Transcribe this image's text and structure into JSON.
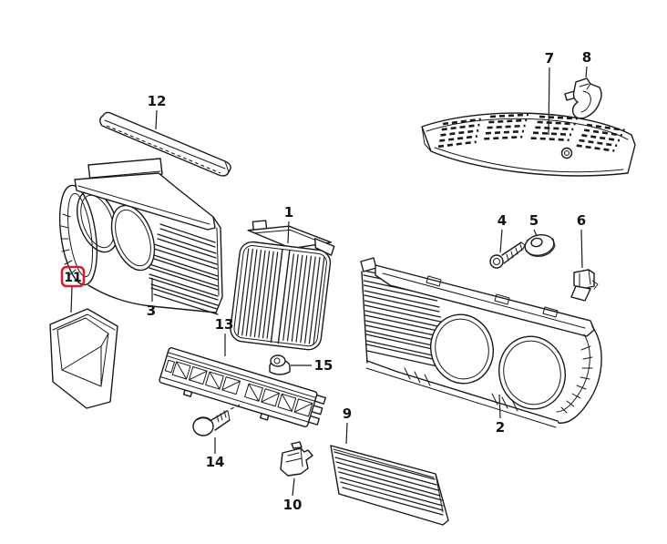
{
  "diagram": {
    "background": "#ffffff",
    "line_color": "#1a1a1a",
    "highlight_color": "#d2232a",
    "highlighted_part": "11"
  },
  "parts": [
    {
      "number": "1",
      "highlighted": false
    },
    {
      "number": "2",
      "highlighted": false
    },
    {
      "number": "3",
      "highlighted": false
    },
    {
      "number": "4",
      "highlighted": false
    },
    {
      "number": "5",
      "highlighted": false
    },
    {
      "number": "6",
      "highlighted": false
    },
    {
      "number": "7",
      "highlighted": false
    },
    {
      "number": "8",
      "highlighted": false
    },
    {
      "number": "9",
      "highlighted": false
    },
    {
      "number": "10",
      "highlighted": false
    },
    {
      "number": "11",
      "highlighted": true
    },
    {
      "number": "12",
      "highlighted": false
    },
    {
      "number": "13",
      "highlighted": false
    },
    {
      "number": "14",
      "highlighted": false
    },
    {
      "number": "15",
      "highlighted": false
    }
  ]
}
